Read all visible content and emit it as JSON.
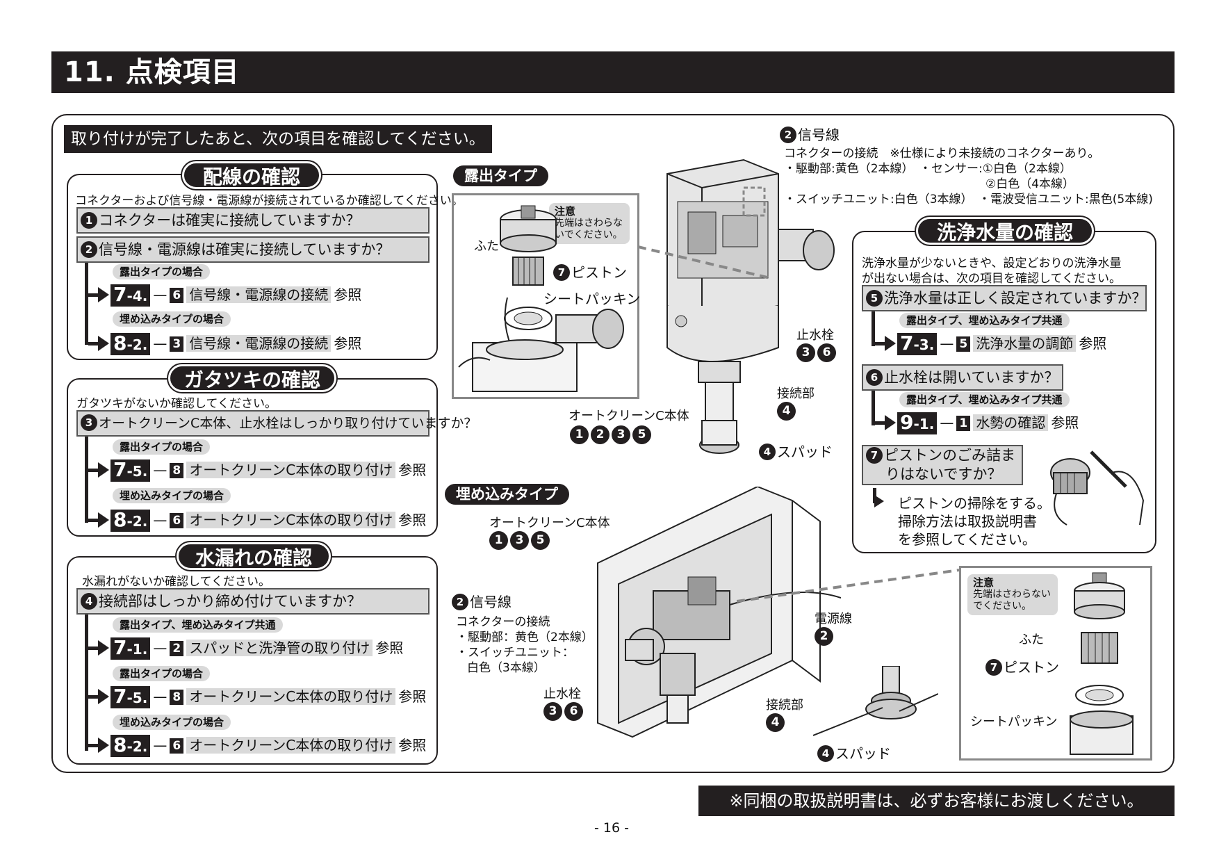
{
  "title": "11. 点検項目",
  "intro": "取り付けが完了したあと、次の項目を確認してください。",
  "haisen": {
    "title": "配線の確認",
    "desc": "コネクターおよび信号線・電源線が接続されているか確認してください。",
    "q1_num": "1",
    "q1": "コネクターは確実に接続していますか？",
    "q2_num": "2",
    "q2": "信号線・電源線は確実に接続していますか？",
    "tag1": "露出タイプの場合",
    "ref1": {
      "main": "7",
      "sub": "-4.",
      "sq": "6",
      "text": "信号線・電源線の接続",
      "sanshou": "参照"
    },
    "tag2": "埋め込みタイプの場合",
    "ref2": {
      "main": "8",
      "sub": "-2.",
      "sq": "3",
      "text": "信号線・電源線の接続",
      "sanshou": "参照"
    }
  },
  "gatatsuki": {
    "title": "ガタツキの確認",
    "desc": "ガタツキがないか確認してください。",
    "q3_num": "3",
    "q3": "オートクリーンC本体、止水栓はしっかり取り付けていますか？",
    "tag1": "露出タイプの場合",
    "ref1": {
      "main": "7",
      "sub": "-5.",
      "sq": "8",
      "text": "オートクリーンC本体の取り付け",
      "sanshou": "参照"
    },
    "tag2": "埋め込みタイプの場合",
    "ref2": {
      "main": "8",
      "sub": "-2.",
      "sq": "6",
      "text": "オートクリーンC本体の取り付け",
      "sanshou": "参照"
    }
  },
  "mizumore": {
    "title": "水漏れの確認",
    "desc": "水漏れがないか確認してください。",
    "q4_num": "4",
    "q4": "接続部はしっかり締め付けていますか？",
    "tag1": "露出タイプ、埋め込みタイプ共通",
    "ref1": {
      "main": "7",
      "sub": "-1.",
      "sq": "2",
      "text": "スパッドと洗浄管の取り付け",
      "sanshou": "参照"
    },
    "tag2": "露出タイプの場合",
    "ref2": {
      "main": "7",
      "sub": "-5.",
      "sq": "8",
      "text": "オートクリーンC本体の取り付け",
      "sanshou": "参照"
    },
    "tag3": "埋め込みタイプの場合",
    "ref3": {
      "main": "8",
      "sub": "-2.",
      "sq": "6",
      "text": "オートクリーンC本体の取り付け",
      "sanshou": "参照"
    }
  },
  "senjou": {
    "title": "洗浄水量の確認",
    "desc1": "洗浄水量が少ないときや、設定どおりの洗浄水量",
    "desc2": "が出ない場合は、次の項目を確認してください。",
    "q5_num": "5",
    "q5": "洗浄水量は正しく設定されていますか？",
    "tag1": "露出タイプ、埋め込みタイプ共通",
    "ref1": {
      "main": "7",
      "sub": "-3.",
      "sq": "5",
      "text": "洗浄水量の調節",
      "sanshou": "参照"
    },
    "q6_num": "6",
    "q6": "止水栓は開いていますか？",
    "tag2": "露出タイプ、埋め込みタイプ共通",
    "ref2": {
      "main": "9",
      "sub": "-1.",
      "sq": "1",
      "text": "水勢の確認",
      "sanshou": "参照"
    },
    "q7_num": "7",
    "q7_line1": "ピストンのごみ詰ま",
    "q7_line2": "りはないですか？",
    "piston_line1": "ピストンの掃除をする。",
    "piston_line2": "掃除方法は取扱説明書",
    "piston_line3": "を参照してください。"
  },
  "roshutsu": {
    "label": "露出タイプ",
    "note_title": "注意",
    "note_body1": "先端はさわらな",
    "note_body2": "いでください。",
    "futa": "ふた",
    "piston": "ピストン",
    "piston_num": "7",
    "seat": "シートパッキン",
    "body_label": "オートクリーンC本体",
    "body_nums": [
      "1",
      "2",
      "3",
      "5"
    ],
    "spad": "スパッド",
    "spad_num": "4",
    "setsuzoku": "接続部",
    "setsuzoku_num": "4",
    "shisui": "止水栓",
    "shisui_nums": [
      "3",
      "6"
    ],
    "signal_num": "2",
    "signal": "信号線",
    "conn_title": "コネクターの接続",
    "conn_note": "※仕様により未接続のコネクターあり。",
    "conn_line1a": "・駆動部:黄色（2本線）",
    "conn_line1b": "・センサー:①白色（2本線）",
    "conn_line2": "②白色（4本線）",
    "conn_line3a": "・スイッチユニット:白色（3本線）",
    "conn_line3b": "・電波受信ユニット:黒色(5本線)"
  },
  "umekomi": {
    "label": "埋め込みタイプ",
    "body_label": "オートクリーンC本体",
    "body_nums": [
      "1",
      "3",
      "5"
    ],
    "signal_num": "2",
    "signal": "信号線",
    "conn_title": "コネクターの接続",
    "conn_line1": "・駆動部：黄色（2本線）",
    "conn_line2": "・スイッチユニット：",
    "conn_line3": "白色（3本線）",
    "shisui": "止水栓",
    "shisui_nums": [
      "3",
      "6"
    ],
    "dengen": "電源線",
    "dengen_num": "2",
    "setsuzoku": "接続部",
    "setsuzoku_num": "4",
    "spad": "スパッド",
    "spad_num": "4",
    "note_title": "注意",
    "note_body1": "先端はさわらない",
    "note_body2": "でください。",
    "futa": "ふた",
    "piston": "ピストン",
    "piston_num": "7",
    "seat": "シートパッキン"
  },
  "footer": "※同梱の取扱説明書は、必ずお客様にお渡しください。",
  "page": "- 16 -"
}
